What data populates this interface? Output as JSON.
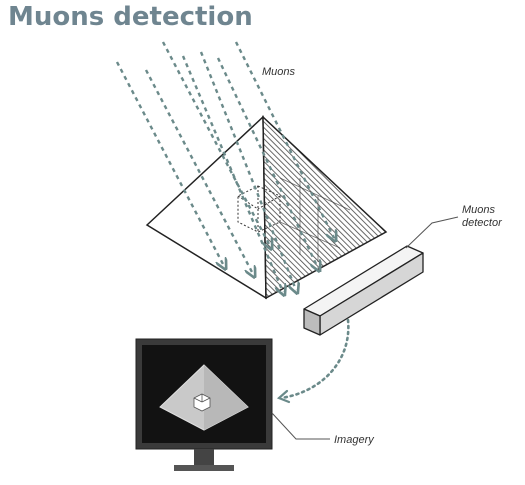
{
  "title": "Muons detection",
  "labels": {
    "muons": "Muons",
    "detector_line1": "Muons",
    "detector_line2": "detector",
    "imagery": "Imagery"
  },
  "colors": {
    "title": "#6f8590",
    "muon_arrows": "#6b8a8a",
    "outline": "#222222",
    "hatch": "#555555",
    "detector_face": "#dcdcdc",
    "monitor_frame": "#333333",
    "monitor_screen": "#111111",
    "image_pyramid": "#c8c8c8"
  },
  "icons": [
    "pyramid-illustration",
    "muon-arrows",
    "detector-bar",
    "monitor-icon"
  ]
}
